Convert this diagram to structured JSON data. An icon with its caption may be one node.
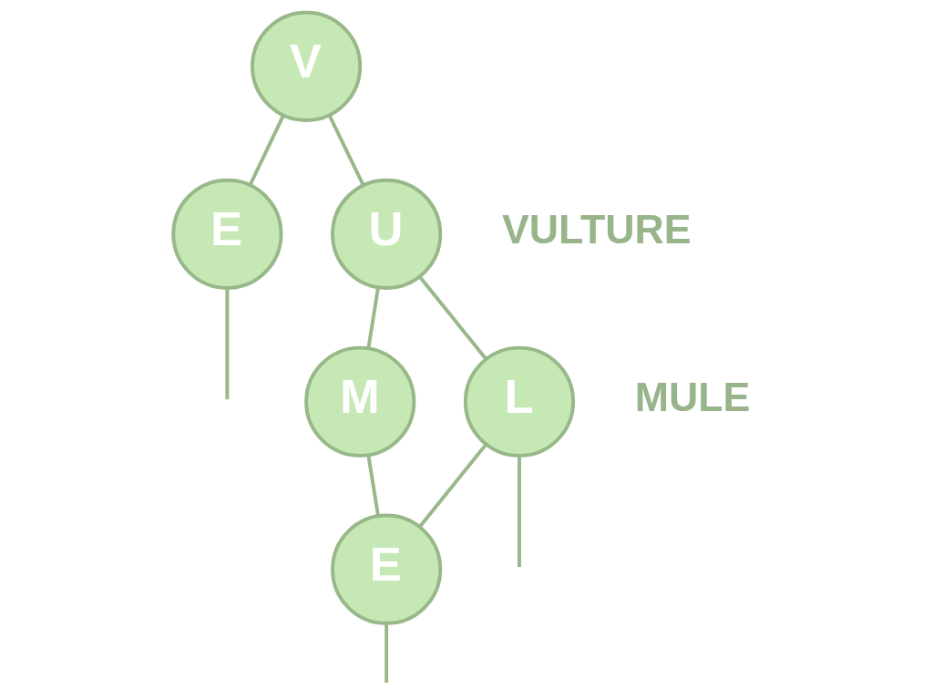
{
  "diagram": {
    "nodes": [
      {
        "text": [
          "E"
        ]
      },
      {
        "text": [
          "V"
        ]
      },
      {
        "text": [
          "U"
        ]
      },
      {
        "text": [
          "M"
        ]
      },
      {
        "text": [
          "L"
        ]
      },
      {
        "text": [
          "E"
        ]
      }
    ],
    "edges": [
      {
        "from": 1,
        "to": 0,
        "arrow": "none"
      },
      {
        "from": 1,
        "to": 2,
        "arrow": "none"
      },
      {
        "from": 2,
        "to": 4,
        "arrow": "none"
      },
      {
        "from": 2,
        "to": 3,
        "arrow": "none"
      },
      {
        "from": 4,
        "to": 5,
        "arrow": "none"
      },
      {
        "from": 3,
        "to": 5,
        "arrow": "none"
      },
      {
        "from": 0,
        "to": null,
        "arrow": "none"
      },
      {
        "from": 4,
        "to": null,
        "arrow": "none"
      },
      {
        "from": 5,
        "to": null,
        "arrow": "none"
      }
    ],
    "labels": [
      "VULTURE",
      "MULE"
    ]
  }
}
